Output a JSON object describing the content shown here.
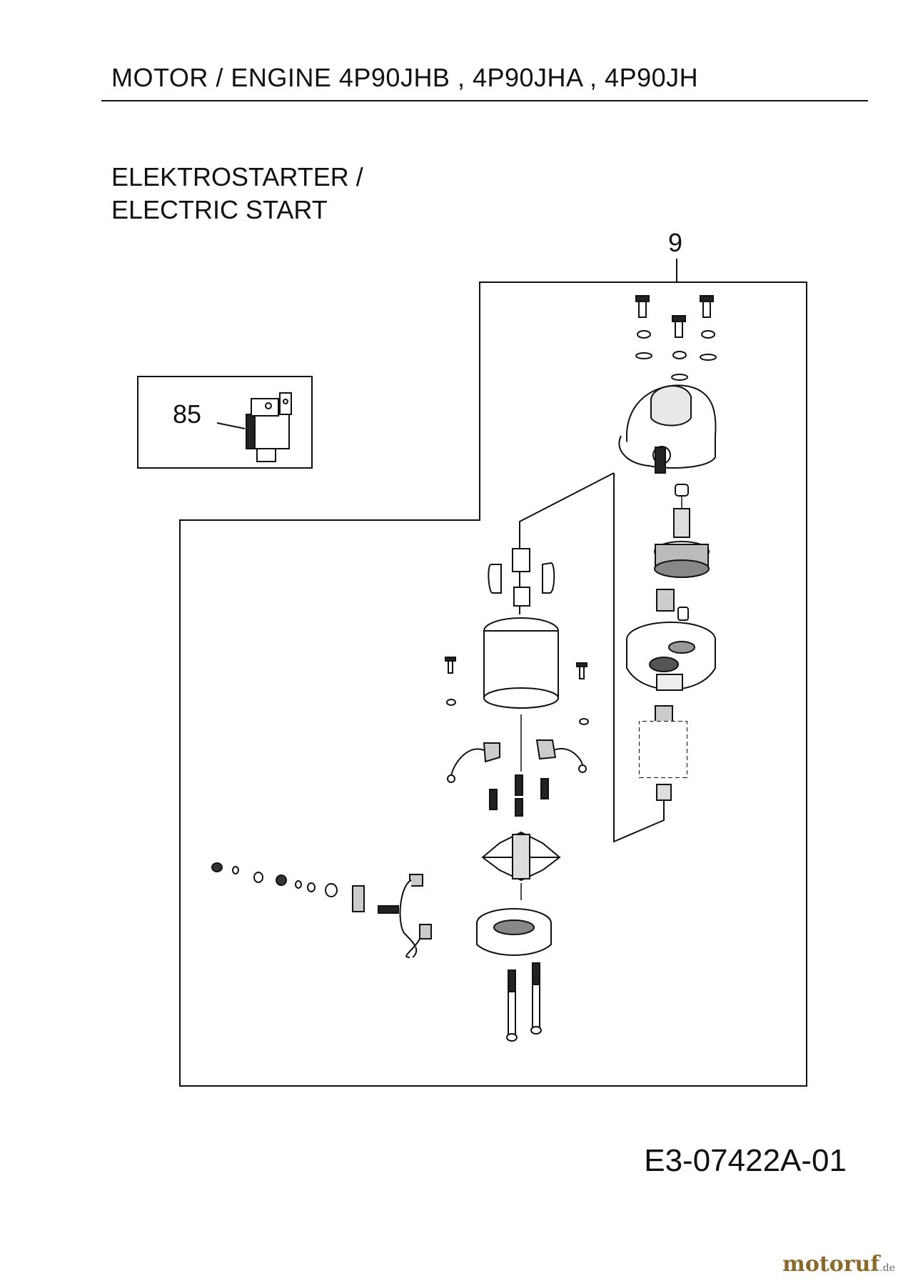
{
  "header": {
    "title": "MOTOR / ENGINE  4P90JHB , 4P90JHA , 4P90JH"
  },
  "section": {
    "line1": "ELEKTROSTARTER /",
    "line2": "ELECTRIC START"
  },
  "callouts": {
    "starter_assembly": "9",
    "relay": "85"
  },
  "footer": {
    "doc_number": "E3-07422A-01",
    "brand_name": "motoruf",
    "brand_tld": ".de"
  }
}
